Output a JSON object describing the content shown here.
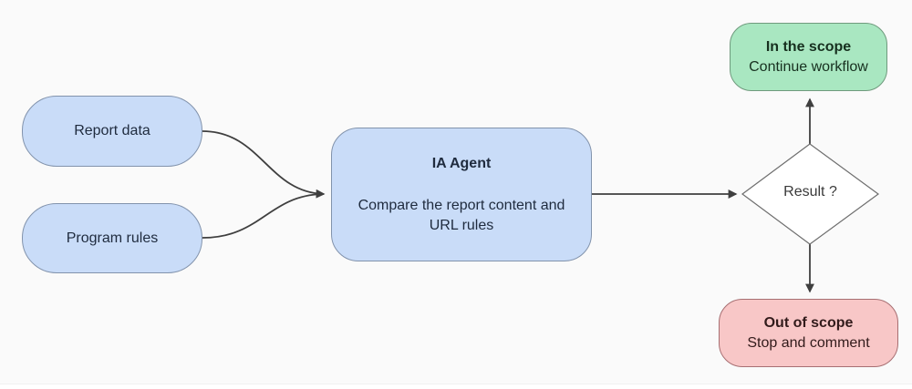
{
  "diagram": {
    "type": "flowchart",
    "nodes": {
      "report_data": {
        "label": "Report data"
      },
      "program_rules": {
        "label": "Program rules"
      },
      "ia_agent": {
        "title": "IA Agent",
        "body_line1": "Compare the report content and",
        "body_line2": "URL rules"
      },
      "result": {
        "label": "Result ?"
      },
      "in_scope": {
        "title": "In the scope",
        "subtitle": "Continue workflow"
      },
      "out_of_scope": {
        "title": "Out of scope",
        "subtitle": "Stop and comment"
      }
    },
    "edges": [
      {
        "from": "report_data",
        "to": "ia_agent"
      },
      {
        "from": "program_rules",
        "to": "ia_agent"
      },
      {
        "from": "ia_agent",
        "to": "result"
      },
      {
        "from": "result",
        "to": "in_scope"
      },
      {
        "from": "result",
        "to": "out_of_scope"
      }
    ],
    "colors": {
      "background": "#fafafa",
      "node_blue_fill": "#c9dcf8",
      "node_blue_border": "#8293ac",
      "node_green_fill": "#a9e7c1",
      "node_green_border": "#6f9a7d",
      "node_pink_fill": "#f8c7c7",
      "node_pink_border": "#a76f72",
      "diamond_fill": "#ffffff",
      "diamond_border": "#6e6e6e",
      "edge_stroke": "#3f3f3f",
      "text_blue_node": "#1f2b3e",
      "text_green_node": "#17301f",
      "text_pink_node": "#321b1b"
    }
  }
}
